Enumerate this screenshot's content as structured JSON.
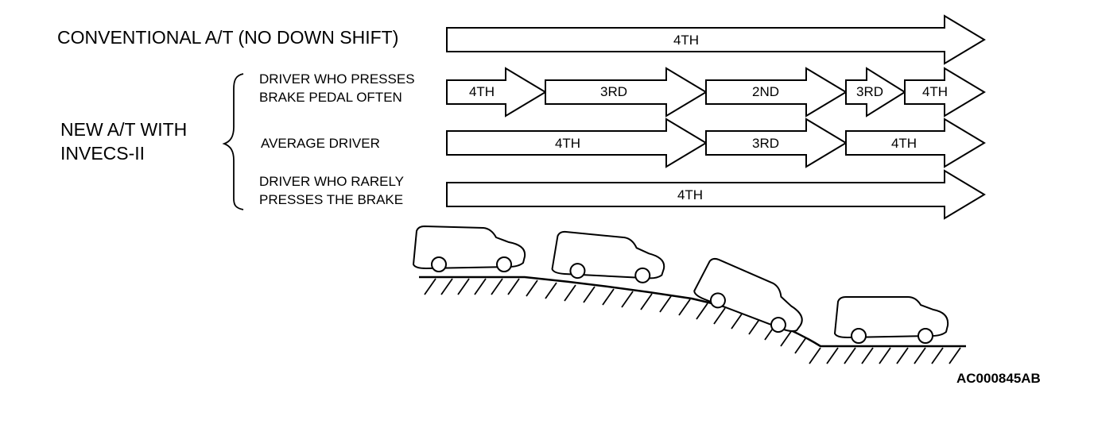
{
  "labels": {
    "conventional": "CONVENTIONAL A/T (NO DOWN SHIFT)",
    "new_at_line1": "NEW A/T WITH",
    "new_at_line2": "INVECS-II",
    "driver_brake_often_line1": "DRIVER WHO PRESSES",
    "driver_brake_often_line2": "BRAKE PEDAL OFTEN",
    "average_driver": "AVERAGE DRIVER",
    "driver_rarely_line1": "DRIVER WHO RARELY",
    "driver_rarely_line2": "PRESSES THE BRAKE"
  },
  "rows": [
    {
      "name": "conventional",
      "gears": [
        "4TH"
      ]
    },
    {
      "name": "brake-often",
      "gears": [
        "4TH",
        "3RD",
        "2ND",
        "3RD",
        "4TH"
      ]
    },
    {
      "name": "average",
      "gears": [
        "4TH",
        "3RD",
        "4TH"
      ]
    },
    {
      "name": "rarely",
      "gears": [
        "4TH"
      ]
    }
  ],
  "figure_code": "AC000845AB"
}
